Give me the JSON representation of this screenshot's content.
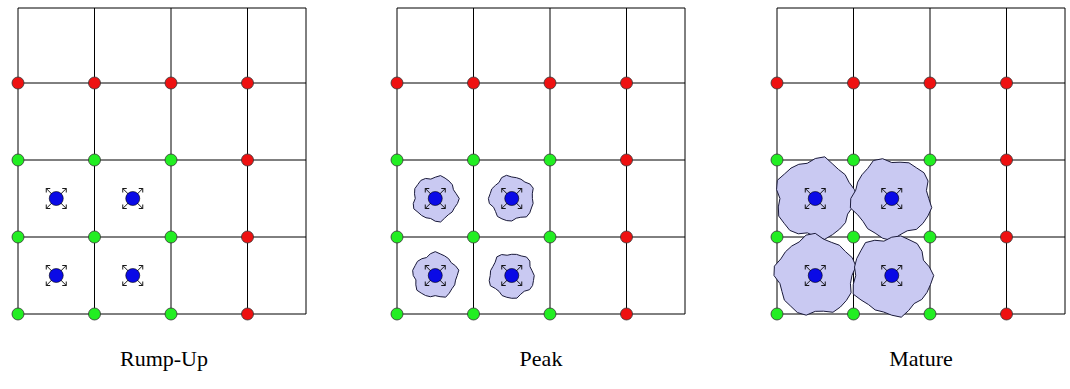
{
  "diagram": {
    "labels": [
      "Rump-Up",
      "Peak",
      "Mature"
    ]
  }
}
